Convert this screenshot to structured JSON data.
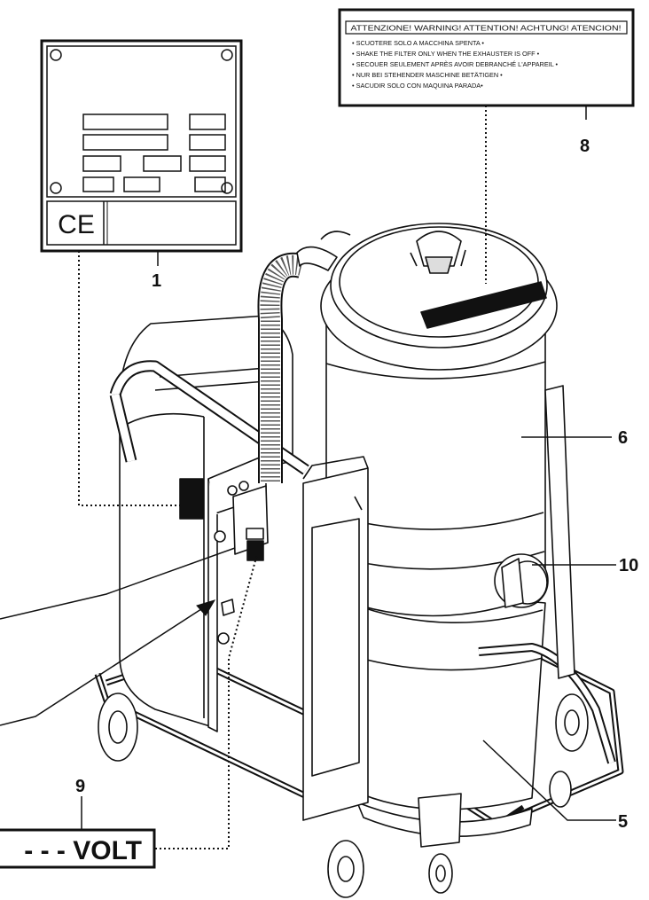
{
  "warning_label": {
    "heading": "ATTENZIONE! WARNING! ATTENTION! ACHTUNG! ATENCION!",
    "lines": [
      "• SCUOTERE SOLO A MACCHINA SPENTA •",
      "• SHAKE THE FILTER ONLY WHEN THE EXHAUSTER IS OFF •",
      "• SECOUER SEULEMENT APRÈS AVOIR DEBRANCHÉ L'APPAREIL •",
      "• NUR BEI STEHENDER MASCHINE  BETÄTIGEN •",
      "• SACUDIR SOLO CON MAQUINA PARADA•"
    ]
  },
  "rating_plate": {
    "mark": "CE"
  },
  "voltage_label": {
    "text": "- - - VOLT"
  },
  "callouts": {
    "c1": "1",
    "c5": "5",
    "c6": "6",
    "c8": "8",
    "c9": "9",
    "c10": "10"
  }
}
